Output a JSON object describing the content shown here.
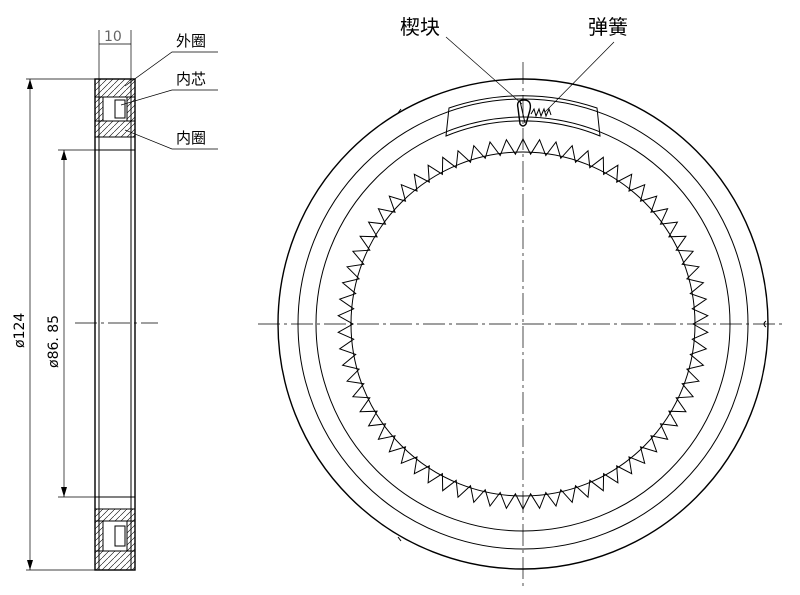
{
  "labels": {
    "outer_ring": "外圈",
    "inner_core": "内芯",
    "inner_ring": "内圈",
    "wedge": "楔块",
    "spring": "弹簧"
  },
  "dimensions": {
    "width": "10",
    "outer_diameter": "ø124",
    "inner_diameter": "ø86. 85"
  },
  "gear": {
    "teeth_count": 70
  }
}
